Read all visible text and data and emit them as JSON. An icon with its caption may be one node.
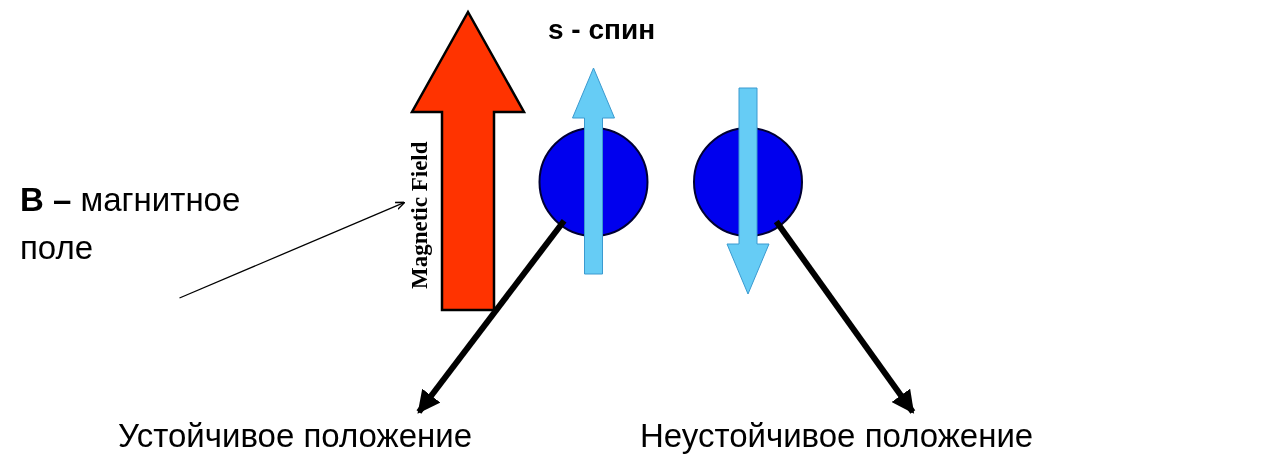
{
  "diagram": {
    "nodes": [
      {
        "text": [
          "**B –** магнитное поле"
        ]
      },
      {
        "text": [],
        "shape": "picture",
        "beside": [
          "Magnetic Field"
        ]
      },
      {
        "text": [],
        "shape": "circle"
      },
      {
        "text": [],
        "shape": "circle"
      },
      {
        "text": [
          "Устойчивое положение"
        ]
      },
      {
        "text": [
          "Неустойчивое положение"
        ]
      }
    ],
    "edges": [
      {
        "from": 0,
        "to": 1,
        "arrow": "to"
      },
      {
        "from": 2,
        "to": 4,
        "arrow": "to"
      },
      {
        "from": 3,
        "to": 5,
        "arrow": "to"
      }
    ],
    "labels": [
      "s - спин"
    ]
  }
}
